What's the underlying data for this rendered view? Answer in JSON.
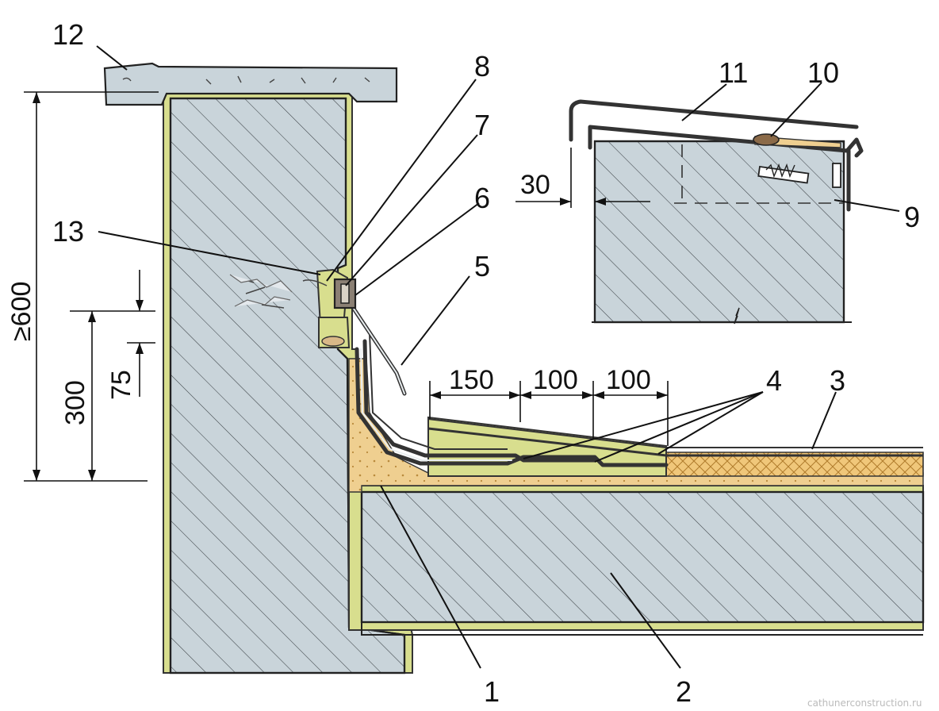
{
  "callouts": {
    "c1": "1",
    "c2": "2",
    "c3": "3",
    "c4": "4",
    "c5": "5",
    "c6": "6",
    "c7": "7",
    "c8": "8",
    "c9": "9",
    "c10": "10",
    "c11": "11",
    "c12": "12",
    "c13": "13"
  },
  "dimensions": {
    "height_min": "≥600",
    "height_300": "300",
    "height_75": "75",
    "width_150": "150",
    "width_100a": "100",
    "width_100b": "100",
    "offset_30": "30"
  },
  "colors": {
    "concrete": "#c9d4da",
    "mortar_green": "#d8de8e",
    "sand": "#efcf90",
    "insulation": "#f0c77a"
  },
  "watermark": "cathunerconstruction.ru"
}
